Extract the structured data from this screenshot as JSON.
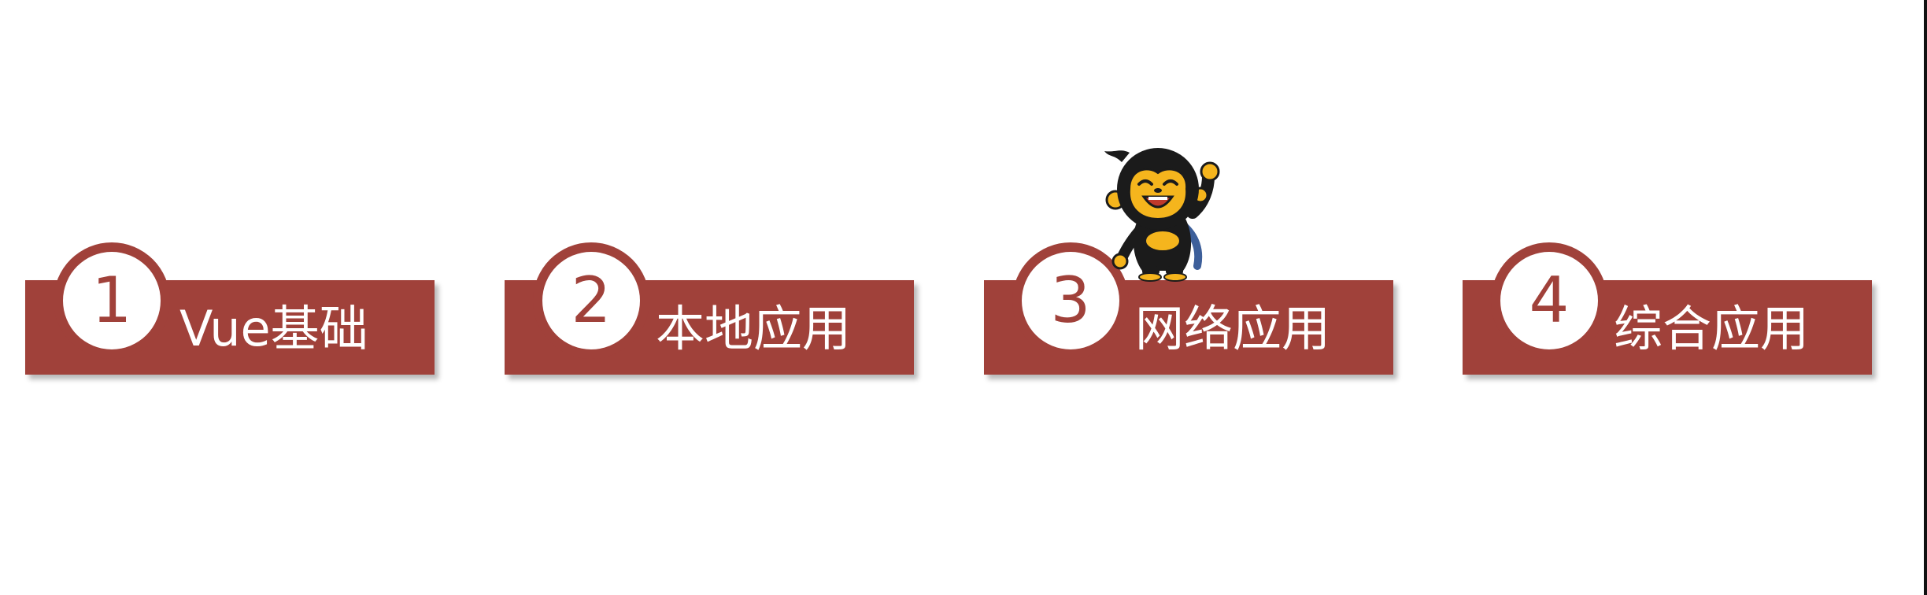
{
  "steps": [
    {
      "number": "1",
      "label": "Vue基础"
    },
    {
      "number": "2",
      "label": "本地应用"
    },
    {
      "number": "3",
      "label": "网络应用"
    },
    {
      "number": "4",
      "label": "综合应用"
    }
  ],
  "mascot": {
    "icon": "monkey-mascot-icon"
  },
  "colors": {
    "accent": "#a0413a",
    "background": "#ffffff"
  }
}
